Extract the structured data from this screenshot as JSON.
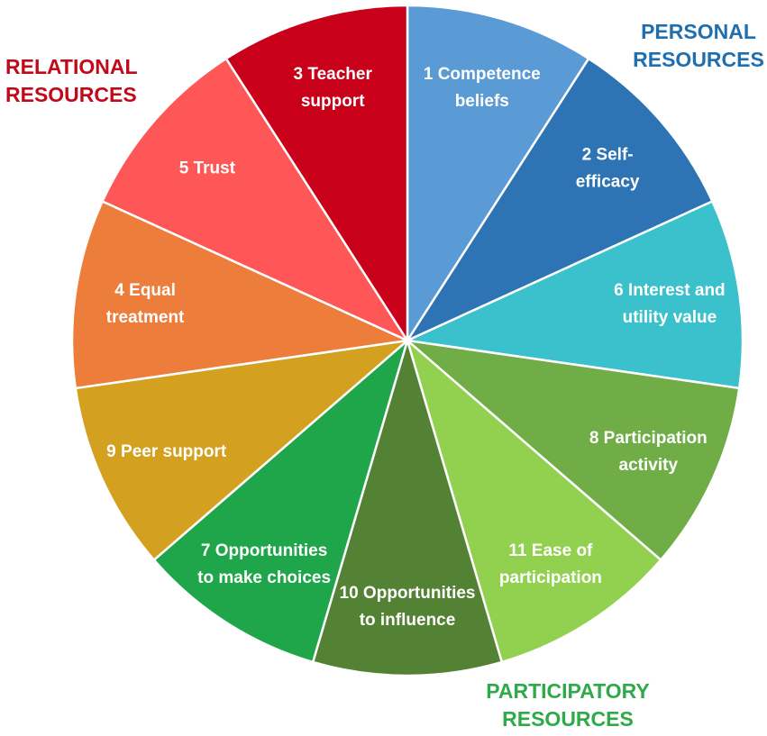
{
  "groups": {
    "personal": {
      "line1": "PERSONAL",
      "line2": "RESOURCES",
      "color": "#1f6fb0"
    },
    "relational": {
      "line1": "RELATIONAL",
      "line2": "RESOURCES",
      "color": "#c00a1a"
    },
    "participatory": {
      "line1": "PARTICIPATORY",
      "line2": "RESOURCES",
      "color": "#2eaa4a"
    }
  },
  "segments": [
    {
      "name": "competence-beliefs",
      "lines": [
        "1 Competence",
        "beliefs"
      ],
      "fraction": 0.0833,
      "color": "#5b9bd5"
    },
    {
      "name": "self-efficacy",
      "lines": [
        "2 Self-",
        "efficacy"
      ],
      "fraction": 0.0833,
      "color": "#2e74b5"
    },
    {
      "name": "interest-utility-value",
      "lines": [
        "6 Interest and",
        "utility value"
      ],
      "fraction": 0.0833,
      "color": "#3bc1cc"
    },
    {
      "name": "participation-activity",
      "lines": [
        "8 Participation",
        "activity"
      ],
      "fraction": 0.0833,
      "color": "#70ad47"
    },
    {
      "name": "ease-of-participation",
      "lines": [
        "11 Ease of",
        "participation"
      ],
      "fraction": 0.0833,
      "color": "#92d050"
    },
    {
      "name": "opportunities-to-influence",
      "lines": [
        "10 Opportunities",
        "to influence"
      ],
      "fraction": 0.0833,
      "color": "#548235"
    },
    {
      "name": "opportunities-to-make-choices",
      "lines": [
        "7 Opportunities",
        "to make choices"
      ],
      "fraction": 0.0833,
      "color": "#1fa64a"
    },
    {
      "name": "peer-support",
      "lines": [
        "9 Peer support"
      ],
      "fraction": 0.0833,
      "color": "#d4a020"
    },
    {
      "name": "equal-treatment",
      "lines": [
        "4 Equal",
        "treatment"
      ],
      "fraction": 0.0833,
      "color": "#ed7d3a"
    },
    {
      "name": "trust",
      "lines": [
        "5 Trust"
      ],
      "fraction": 0.0833,
      "color": "#ff5757"
    },
    {
      "name": "teacher-support",
      "lines": [
        "3 Teacher",
        "support"
      ],
      "fraction": 0.0833,
      "color": "#c8001a"
    }
  ]
}
